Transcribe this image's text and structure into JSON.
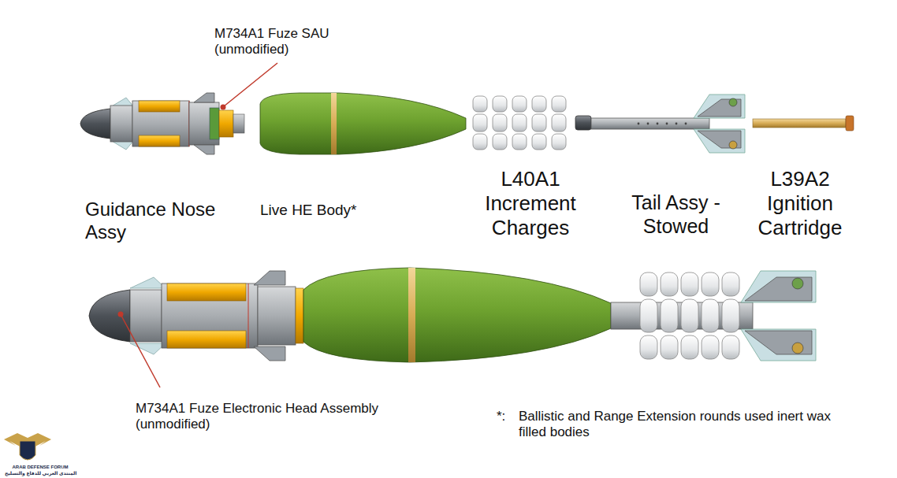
{
  "diagram": {
    "labels": [
      "M734A1 Fuze SAU (unmodified)",
      "Guidance Nose Assy",
      "Live HE Body*",
      "L40A1 Increment Charges",
      "Tail Assy - Stowed",
      "L39A2 Ignition Cartridge",
      "M734A1 Fuze Electronic Head Assembly (unmodified)",
      "*:",
      "Ballistic and Range Extension rounds used inert wax filled bodies",
      "ARAB DEFENSE FORUM",
      "المنتدى العربي للدفاع والتسليح"
    ]
  }
}
